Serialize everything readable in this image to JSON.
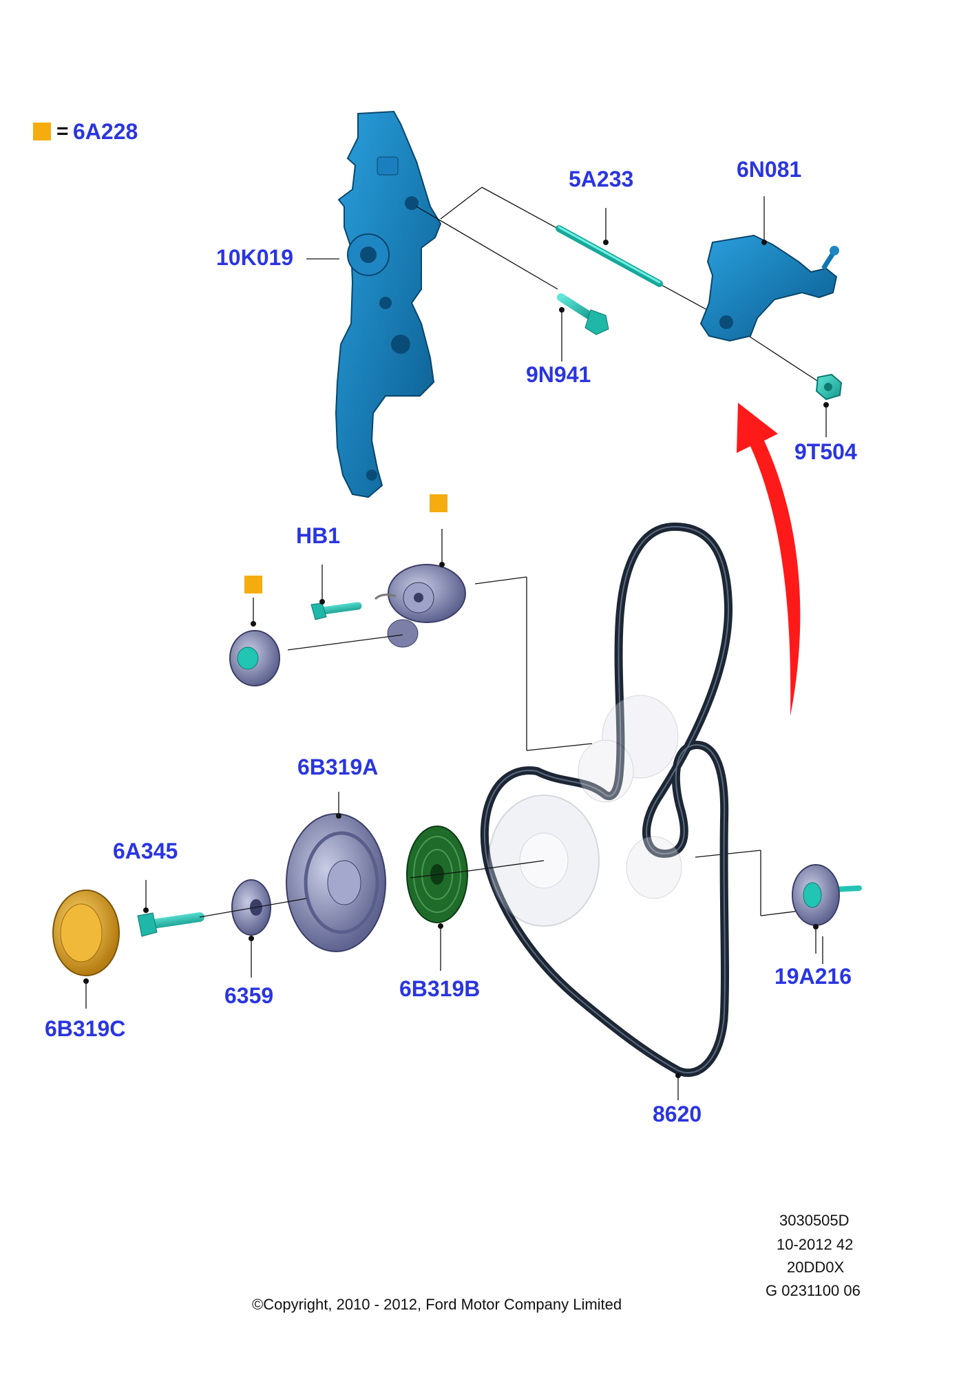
{
  "colors": {
    "label": "#2a35e0",
    "legend_marker": "#f5ac0f",
    "part_blue": "#0f76b4",
    "part_teal": "#22c4b4",
    "part_gray": "#8a8fb8",
    "part_green": "#1f6b2a",
    "part_gold": "#e2a51c",
    "belt": "#1c2634",
    "arrow": "#ff1a1a",
    "leader": "#111111"
  },
  "legend": {
    "code": "6A228",
    "equals": "="
  },
  "labels": {
    "p10K019": "10K019",
    "p5A233": "5A233",
    "p6N081": "6N081",
    "p9N941": "9N941",
    "p9T504": "9T504",
    "pHB1": "HB1",
    "p6B319A": "6B319A",
    "p6A345": "6A345",
    "p6359": "6359",
    "p6B319B": "6B319B",
    "p6B319C": "6B319C",
    "p19A216": "19A216",
    "p8620": "8620"
  },
  "meta": {
    "line1": "3030505D",
    "line2": "10-2012 42",
    "line3": "20DD0X",
    "line4": "G 0231100 06"
  },
  "copyright": "©Copyright, 2010 - 2012, Ford Motor Company Limited"
}
